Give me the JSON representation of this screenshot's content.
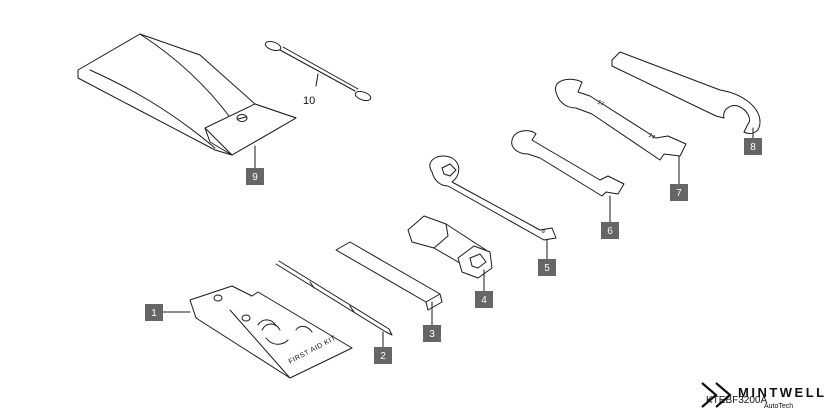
{
  "diagram": {
    "parts": [
      {
        "number": "1",
        "name": "First aid kit"
      },
      {
        "number": "2",
        "name": "Screwdriver"
      },
      {
        "number": "3",
        "name": "Screwdriver handle"
      },
      {
        "number": "4",
        "name": "Spark plug wrench"
      },
      {
        "number": "5",
        "name": "Open end wrench"
      },
      {
        "number": "6",
        "name": "Open end wrench"
      },
      {
        "number": "7",
        "name": "Open end wrench"
      },
      {
        "number": "8",
        "name": "Pin spanner"
      },
      {
        "number": "9",
        "name": "Tool bag"
      },
      {
        "number": "10",
        "name": "Helmet holder cable"
      }
    ],
    "kit_text": "FIRST AID KIT",
    "wrench_sizes": {
      "w5": "8",
      "w6a": "",
      "w7a": "17",
      "w7b": "14"
    },
    "reference_code": "KTEBF3200A",
    "brand": {
      "name": "MINTWELL",
      "sub": "AutoTech"
    }
  },
  "colors": {
    "callout_box": "#666666",
    "line": "#1a1a1a",
    "background": "#ffffff"
  }
}
